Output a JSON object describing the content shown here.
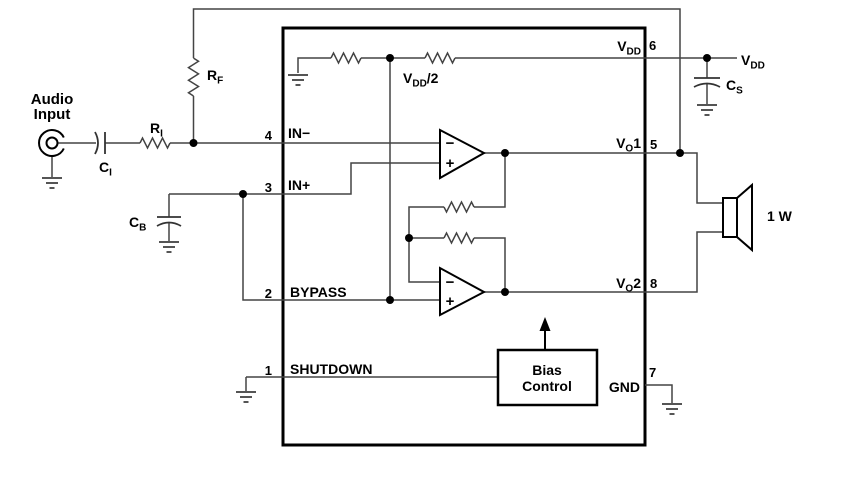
{
  "labels": {
    "audio_input": {
      "line1": "Audio",
      "line2": "Input"
    },
    "supply_top": {
      "main": "V",
      "sub": "DD"
    },
    "speaker_power": "1 W"
  },
  "components": {
    "c_i": {
      "main": "C",
      "sub": "I"
    },
    "r_i": {
      "main": "R",
      "sub": "I"
    },
    "r_f": {
      "main": "R",
      "sub": "F"
    },
    "c_b": {
      "main": "C",
      "sub": "B"
    },
    "c_s": {
      "main": "C",
      "sub": "S"
    }
  },
  "ic": {
    "pins": {
      "shutdown": {
        "number": "1",
        "label": "SHUTDOWN"
      },
      "bypass": {
        "number": "2",
        "label": "BYPASS"
      },
      "in_plus": {
        "number": "3",
        "label": "IN+"
      },
      "in_minus": {
        "number": "4",
        "label": "IN−"
      },
      "vo1": {
        "number": "5",
        "main": "V",
        "sub": "O",
        "suffix": "1"
      },
      "vdd": {
        "number": "6",
        "main": "V",
        "sub": "DD"
      },
      "gnd": {
        "number": "7",
        "label": "GND"
      },
      "vo2": {
        "number": "8",
        "main": "V",
        "sub": "O",
        "suffix": "2"
      }
    },
    "internal": {
      "vdd_half": {
        "main": "V",
        "sub": "DD",
        "suffix": "/2"
      },
      "bias": {
        "line1": "Bias",
        "line2": "Control"
      },
      "opamp_minus": "−",
      "opamp_plus": "+"
    }
  },
  "colors": {
    "wire": "#444444",
    "outline": "#000000",
    "text": "#000000",
    "background": "#ffffff"
  }
}
